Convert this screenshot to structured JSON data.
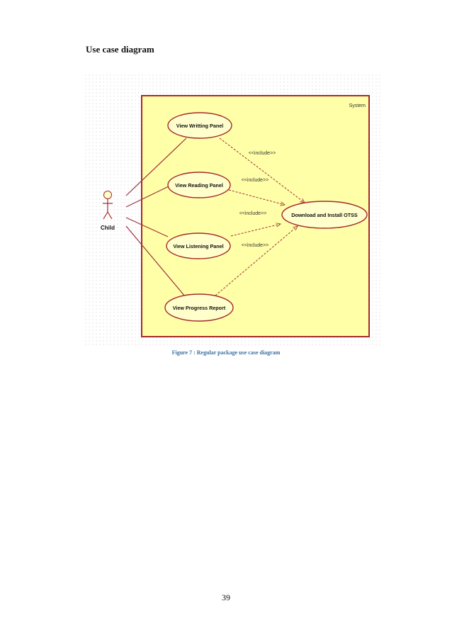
{
  "page": {
    "heading": "Use case diagram",
    "caption": "Figure 7 : Regular package use case diagram",
    "page_number": "39"
  },
  "diagram": {
    "system_label": "System",
    "actor": {
      "name": "Child"
    },
    "use_cases": {
      "writing": "View Writting Panel",
      "reading": "View Reading Panel",
      "listening": "View Listening Panel",
      "progress": "View Progress Report",
      "download": "Download and Install OTSS"
    },
    "include_label": "<<include>>",
    "colors": {
      "boundary_fill": "#ffffa8",
      "boundary_stroke": "#a52a2a",
      "usecase_fill": "#ffffcc",
      "line": "#a0303a",
      "dots": "#d8d8d8"
    }
  }
}
